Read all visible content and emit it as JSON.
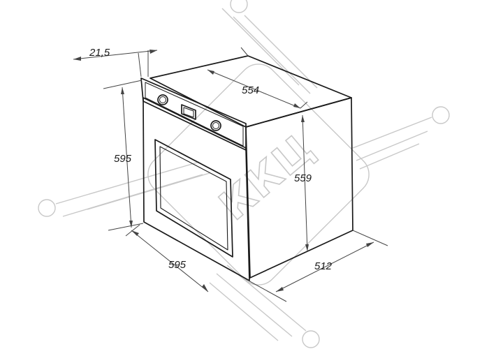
{
  "dimensions": {
    "panel_depth": "21,5",
    "top_depth": "554",
    "front_height": "595",
    "body_height": "559",
    "front_width": "595",
    "body_width": "512"
  },
  "watermark": {
    "text": "ККЦ"
  },
  "colors": {
    "outline": "#1a1a1a",
    "dimension_line": "#444444",
    "watermark": "#c8c8c8"
  }
}
